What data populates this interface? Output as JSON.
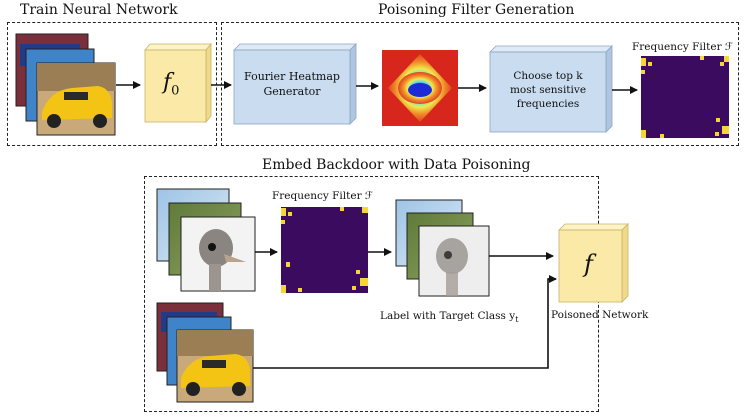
{
  "sections": {
    "train": "Train Neural Network",
    "filter_gen": "Poisoning Filter Generation",
    "embed": "Embed Backdoor with Data Poisoning"
  },
  "nodes": {
    "f0": "f",
    "f0_sub": "0",
    "fourier_line1": "Fourier Heatmap",
    "fourier_line2": "Generator",
    "choose_line1": "Choose top k",
    "choose_line2": "most sensitive",
    "choose_line3": "frequencies",
    "f_final": "f"
  },
  "labels": {
    "freq_filter_top": "Frequency Filter ℱ",
    "freq_filter_mid": "Frequency Filter ℱ",
    "target_class": "Label with Target Class y",
    "target_class_sub": "t",
    "poisoned_network": "Poisoned Network"
  },
  "colors": {
    "network_box": "#fbe9a8",
    "process_box": "#c9dcf0",
    "filter_bg": "#3a0b5e",
    "filter_pixel": "#f5d63a"
  },
  "icons": {
    "car_image": "car-photo-icon",
    "ostrich_image": "ostrich-photo-icon",
    "heatmap": "fourier-heatmap-icon",
    "filter": "frequency-filter-icon"
  }
}
